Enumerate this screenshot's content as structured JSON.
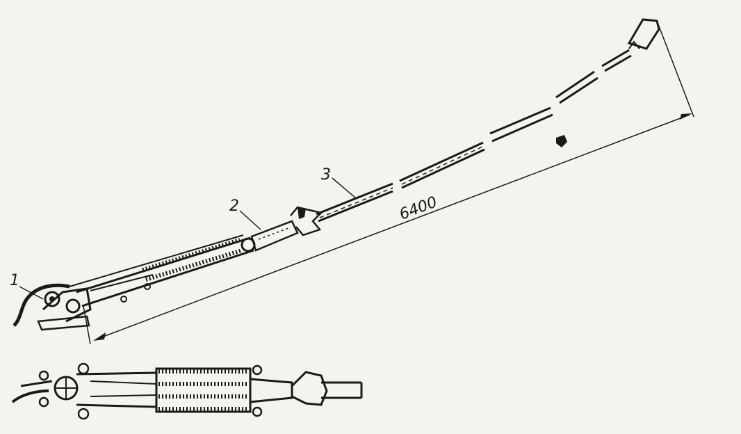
{
  "labels": {
    "part1": "1",
    "part2": "2",
    "part3": "3"
  },
  "dimension": {
    "length": "6400"
  },
  "colors": {
    "ink": "#1a1a1a",
    "paper": "#f4f3ee"
  }
}
